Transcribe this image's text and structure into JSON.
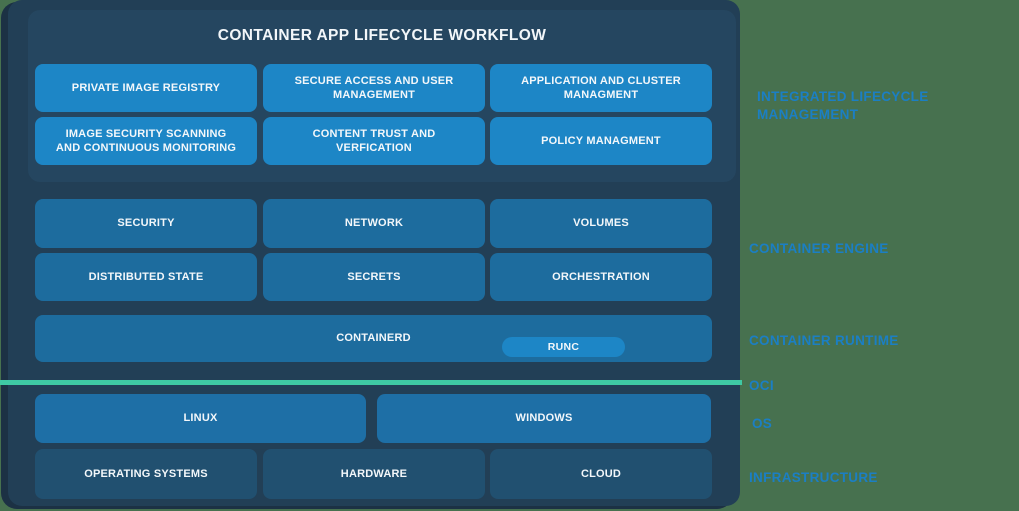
{
  "title": "CONTAINER APP LIFECYCLE WORKFLOW",
  "colors": {
    "bg": "#47714f",
    "panel": "#223f56",
    "panel-shadow": "#1c3144",
    "inner-panel": "#254660",
    "bright-blue": "#1d86c6",
    "engine-blue": "#1d6c9e",
    "os-blue": "#1e6fa6",
    "infra-blue": "#215070",
    "teal-line": "#3fc9a4",
    "label-blue": "#1b7fc4"
  },
  "workflow": {
    "boxes": [
      "PRIVATE IMAGE REGISTRY",
      "SECURE ACCESS AND USER MANAGEMENT",
      "APPLICATION AND CLUSTER MANAGMENT",
      "IMAGE SECURITY SCANNING AND CONTINUOUS MONITORING",
      "CONTENT TRUST AND VERFICATION",
      "POLICY MANAGMENT"
    ]
  },
  "engine": {
    "boxes": [
      "SECURITY",
      "NETWORK",
      "VOLUMES",
      "DISTRIBUTED STATE",
      "SECRETS",
      "ORCHESTRATION"
    ],
    "containerd": "CONTAINERD",
    "runc": "RUNC"
  },
  "os": {
    "boxes": [
      "LINUX",
      "WINDOWS"
    ]
  },
  "infrastructure": {
    "boxes": [
      "OPERATING SYSTEMS",
      "HARDWARE",
      "CLOUD"
    ]
  },
  "side_labels": {
    "integrated": "INTEGRATED LIFECYCLE MANAGEMENT",
    "engine": "CONTAINER ENGINE",
    "runtime": "CONTAINER RUNTIME",
    "oci": "OCI",
    "os": "OS",
    "infrastructure": "INFRASTRUCTURE"
  }
}
